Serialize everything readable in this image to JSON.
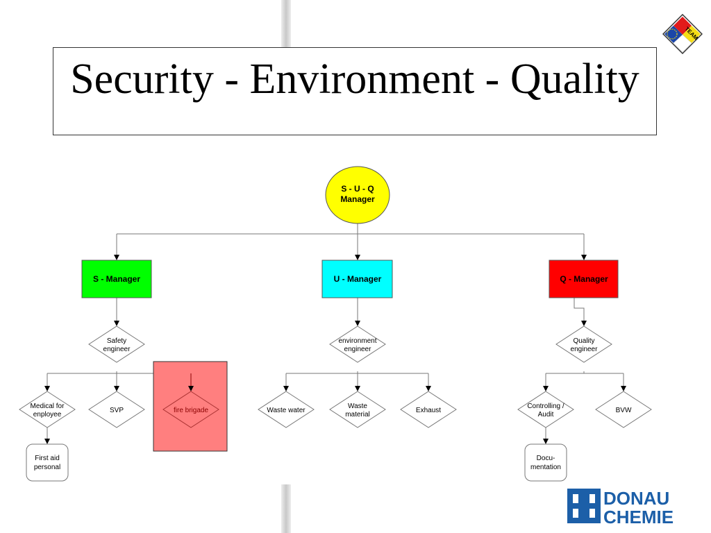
{
  "title": "Security - Environment - Quality",
  "nodes": {
    "suq_manager": [
      "S - U - Q",
      "Manager"
    ],
    "s_manager": "S - Manager",
    "u_manager": "U - Manager",
    "q_manager": "Q - Manager",
    "safety_engineer": [
      "Safety",
      "engineer"
    ],
    "environment_engineer": [
      "environment",
      "engineer"
    ],
    "quality_engineer": [
      "Quality",
      "engineer"
    ],
    "medical": [
      "Medical for",
      "enployee"
    ],
    "svp": "SVP",
    "fire_brigade": "fire brigade",
    "waste_water": "Waste water",
    "waste_material": [
      "Waste",
      "material"
    ],
    "exhaust": "Exhaust",
    "controlling_audit": [
      "Controlling /",
      "Audit"
    ],
    "bvw": "BVW",
    "first_aid": [
      "First aid",
      "personal"
    ],
    "documentation": [
      "Docu-",
      "mentation"
    ]
  },
  "logo": {
    "line1": "DONAU",
    "line2": "CHEMIE"
  },
  "hazard_badge": "TEAM",
  "colors": {
    "suq": "#ffff00",
    "s": "#00ff00",
    "u": "#00ffff",
    "q": "#ff0000",
    "fire_highlight": "#ff7f7f",
    "logo": "#1c5fa8"
  }
}
